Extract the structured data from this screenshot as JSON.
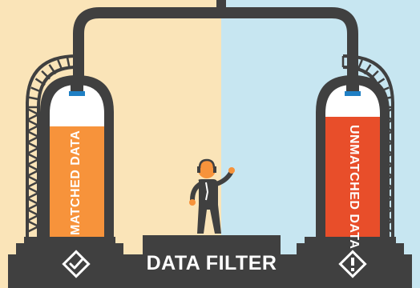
{
  "colors": {
    "bg_left": "#FAE4B8",
    "bg_right": "#C7E6F1",
    "pipe": "#404040",
    "machine": "#404040",
    "matched_fill": "#F7933B",
    "unmatched_fill": "#E84E2A",
    "tank_inner": "#FFFFFF",
    "nozzle": "#1F7FC4",
    "person_head": "#F7933B",
    "person_body": "#404040"
  },
  "labels": {
    "matched": "MATCHED DATA",
    "unmatched": "UNMATCHED DATA",
    "filter": "DATA FILTER"
  },
  "icons": {
    "matched_icon": "check-diamond-icon",
    "unmatched_icon": "warning-diamond-icon",
    "person": "person-waving-icon"
  }
}
